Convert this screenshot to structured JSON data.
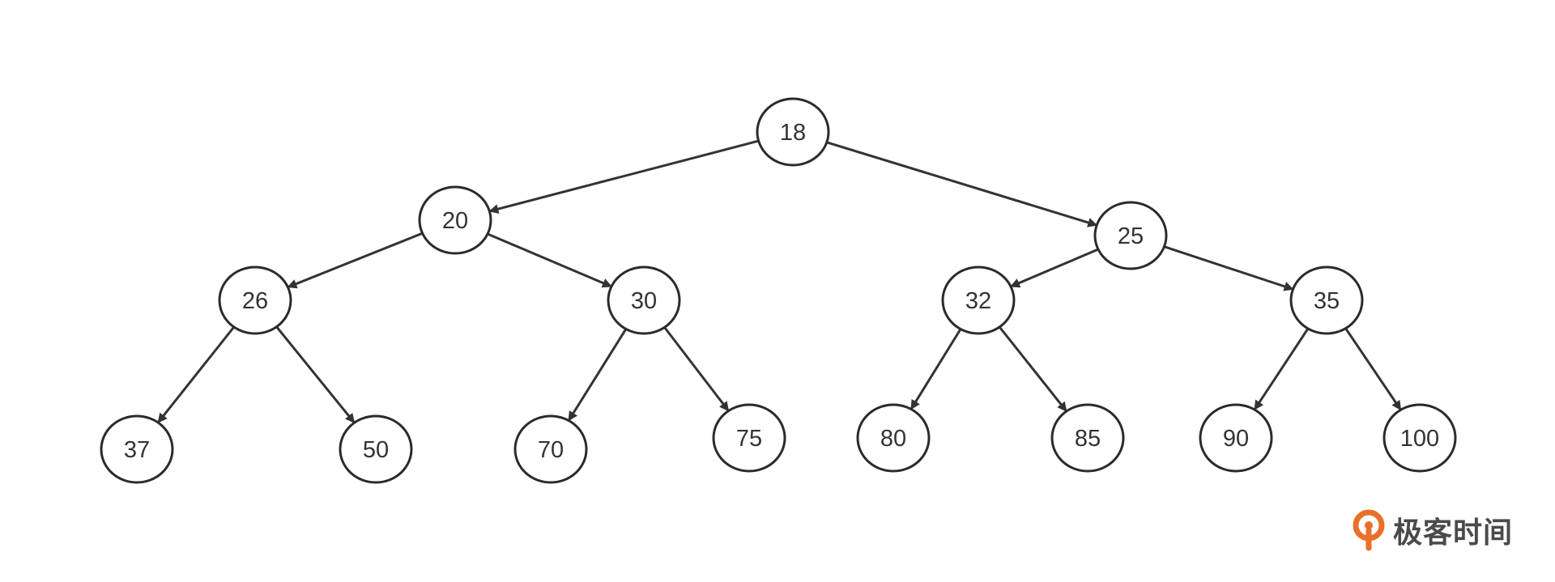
{
  "tree": {
    "nodes": [
      {
        "id": "n18",
        "label": "18"
      },
      {
        "id": "n20",
        "label": "20"
      },
      {
        "id": "n25",
        "label": "25"
      },
      {
        "id": "n26",
        "label": "26"
      },
      {
        "id": "n30",
        "label": "30"
      },
      {
        "id": "n32",
        "label": "32"
      },
      {
        "id": "n35",
        "label": "35"
      },
      {
        "id": "n37",
        "label": "37"
      },
      {
        "id": "n50",
        "label": "50"
      },
      {
        "id": "n70",
        "label": "70"
      },
      {
        "id": "n75",
        "label": "75"
      },
      {
        "id": "n80",
        "label": "80"
      },
      {
        "id": "n85",
        "label": "85"
      },
      {
        "id": "n90",
        "label": "90"
      },
      {
        "id": "n100",
        "label": "100"
      }
    ],
    "edges": [
      {
        "from": "n18",
        "to": "n20"
      },
      {
        "from": "n18",
        "to": "n25"
      },
      {
        "from": "n20",
        "to": "n26"
      },
      {
        "from": "n20",
        "to": "n30"
      },
      {
        "from": "n25",
        "to": "n32"
      },
      {
        "from": "n25",
        "to": "n35"
      },
      {
        "from": "n26",
        "to": "n37"
      },
      {
        "from": "n26",
        "to": "n50"
      },
      {
        "from": "n30",
        "to": "n70"
      },
      {
        "from": "n30",
        "to": "n75"
      },
      {
        "from": "n32",
        "to": "n80"
      },
      {
        "from": "n32",
        "to": "n85"
      },
      {
        "from": "n35",
        "to": "n90"
      },
      {
        "from": "n35",
        "to": "n100"
      }
    ]
  },
  "brand": {
    "name": "极客时间",
    "icon": "geektime-logo-icon",
    "color": "#e8702a"
  }
}
